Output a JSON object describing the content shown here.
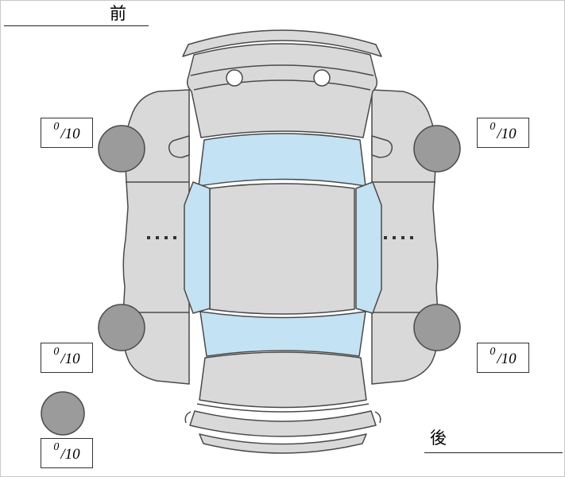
{
  "orientation_labels": {
    "front": "前",
    "rear": "後"
  },
  "tread_ratings": {
    "front_left": {
      "score": "0",
      "max": "/10"
    },
    "front_right": {
      "score": "0",
      "max": "/10"
    },
    "rear_left": {
      "score": "0",
      "max": "/10"
    },
    "rear_right": {
      "score": "0",
      "max": "/10"
    },
    "spare": {
      "score": "0",
      "max": "/10"
    }
  },
  "colors": {
    "body": "#d9d9d9",
    "window": "#c3e2f3",
    "tire": "#9b9b9b",
    "outline": "#4a4a4a",
    "text": "#000000"
  }
}
